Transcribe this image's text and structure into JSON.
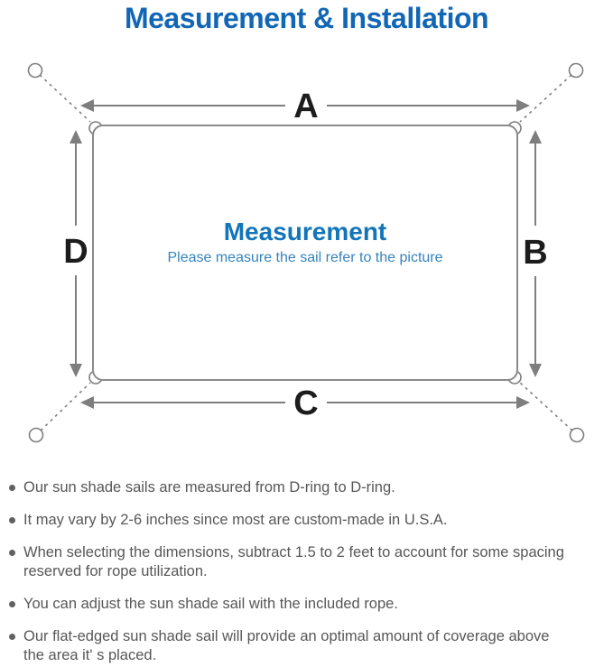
{
  "title": "Measurement & Installation",
  "diagram": {
    "labels": {
      "top": "A",
      "right": "B",
      "bottom": "C",
      "left": "D"
    },
    "center": {
      "heading": "Measurement",
      "subheading": "Please measure the sail refer to the picture"
    }
  },
  "notes": {
    "items": [
      "Our sun shade sails are measured from D-ring to D-ring.",
      "It may vary by 2-6 inches since most are custom-made in U.S.A.",
      "When selecting the dimensions, subtract 1.5 to 2 feet to account for some spacing\nreserved for rope utilization.",
      "You can adjust the sun shade sail with the included rope.",
      "Our flat-edged sun shade sail will provide an optimal amount of coverage above\nthe area it' s placed."
    ]
  },
  "colors": {
    "title_blue": "#1166b5",
    "center_heading_blue": "#1274ba",
    "center_subheading_blue": "#3583bd",
    "line_gray": "#7e7e7e",
    "sail_border_gray": "#8a8a8a",
    "label_black": "#1c1c1c",
    "note_text_gray": "#575757"
  }
}
